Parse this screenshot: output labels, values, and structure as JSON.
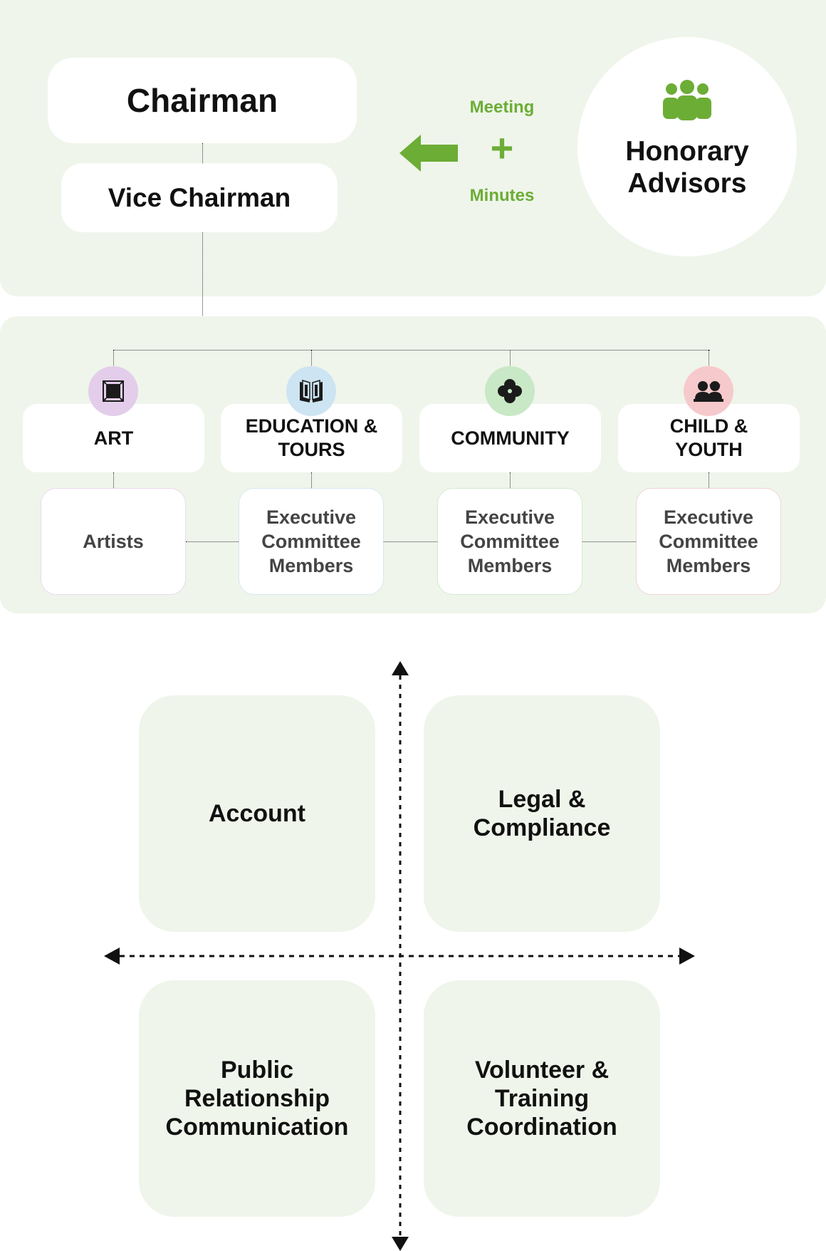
{
  "top": {
    "chairman": "Chairman",
    "vice_chairman": "Vice Chairman",
    "meeting": "Meeting",
    "plus": "+",
    "minutes": "Minutes",
    "honorary_advisors": "Honorary Advisors"
  },
  "departments": [
    {
      "label": "ART",
      "icon": "frame-icon",
      "icon_bg": "#e3cdea",
      "sub": "Artists",
      "sub_border": "#ecd9ee"
    },
    {
      "label": "EDUCATION & TOURS",
      "icon": "book-icon",
      "icon_bg": "#cde4f3",
      "sub": "Executive Committee Members",
      "sub_border": "#d6e8f2"
    },
    {
      "label": "COMMUNITY",
      "icon": "clover-icon",
      "icon_bg": "#c9e8c6",
      "sub": "Executive Committee Members",
      "sub_border": "#d3ebd0"
    },
    {
      "label": "CHILD & YOUTH",
      "icon": "children-icon",
      "icon_bg": "#f6c9cc",
      "sub": "Executive Committee Members",
      "sub_border": "#f3d4d6"
    }
  ],
  "quadrants": {
    "top_left": "Account",
    "top_right": "Legal & Compliance",
    "bottom_left": "Public Relationship Communication",
    "bottom_right": "Volunteer & Training Coordination"
  },
  "colors": {
    "panel": "#eff5ea",
    "accent_green": "#6cad36",
    "arrow_green": "#6cad36"
  }
}
